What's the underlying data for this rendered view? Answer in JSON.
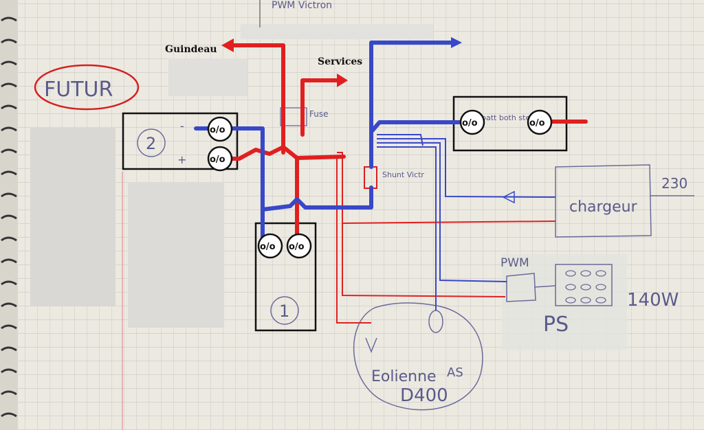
{
  "labels": {
    "top_scrawl": "PWM Victron",
    "futur": "FUTUR",
    "guindeau": "Guindeau",
    "services": "Services",
    "fuse": "Fuse",
    "shunt": "Shunt Victr",
    "chargeur": "chargeur",
    "v230": "230",
    "pwm": "PWM",
    "ps": "PS",
    "watts": "140W",
    "eolienne": "Eolienne",
    "eolienne_strike": "AS",
    "d400": "D400",
    "battery_1": "1",
    "battery_2": "2",
    "batt_both_stern": "batt both stern",
    "plus": "+",
    "minus": "-",
    "switch_glyph": "o/o"
  },
  "colors": {
    "positive_wire": "#e02020",
    "negative_wire": "#3848c8",
    "pencil": "#6a6a9a",
    "box_stroke": "#111111"
  }
}
